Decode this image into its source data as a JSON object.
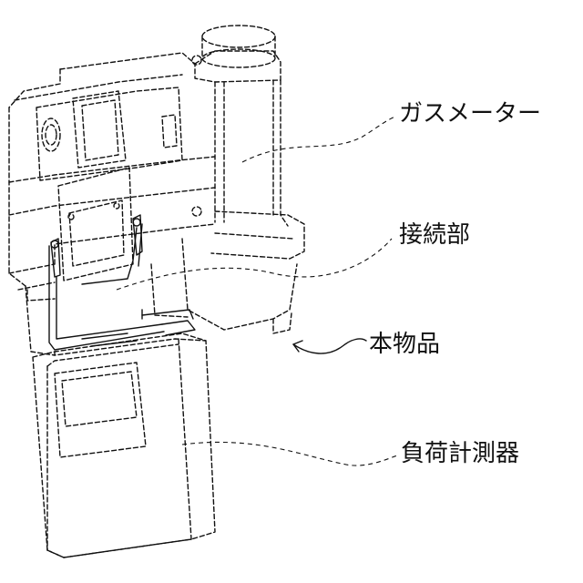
{
  "labels": {
    "gas_meter": "ガスメーター",
    "connection": "接続部",
    "product": "本物品",
    "load_meter": "負荷計測器"
  }
}
